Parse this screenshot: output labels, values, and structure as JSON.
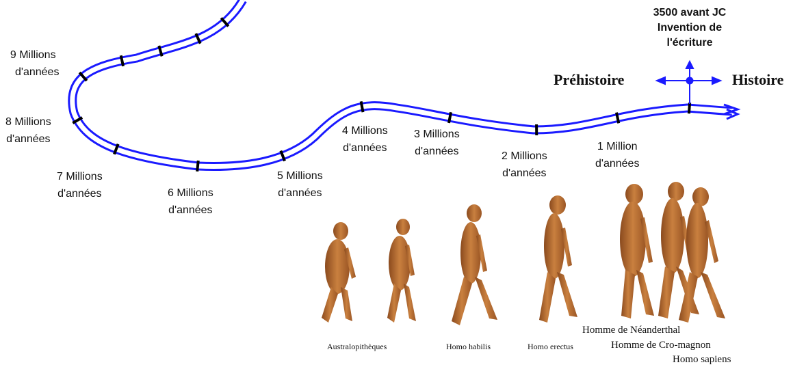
{
  "timeline": {
    "markers": [
      {
        "line1": "9 Millions",
        "line2": "d'années"
      },
      {
        "line1": "8 Millions",
        "line2": "d'années"
      },
      {
        "line1": "7 Millions",
        "line2": "d'années"
      },
      {
        "line1": "6 Millions",
        "line2": "d'années"
      },
      {
        "line1": "5 Millions",
        "line2": "d'années"
      },
      {
        "line1": "4 Millions",
        "line2": "d'années"
      },
      {
        "line1": "3 Millions",
        "line2": "d'années"
      },
      {
        "line1": "2 Millions",
        "line2": "d'années"
      },
      {
        "line1": "1 Million",
        "line2": "d'années"
      }
    ],
    "invention": {
      "line1": "3500 avant JC",
      "line2": "Invention de",
      "line3": "l'écriture"
    },
    "prehistoire": "Préhistoire",
    "histoire": "Histoire",
    "line_color": "#1a1aff",
    "tick_color": "#000000"
  },
  "species": {
    "australopitheques": "Australopithèques",
    "homo_habilis": "Homo habilis",
    "homo_erectus": "Homo erectus",
    "neanderthal": "Homme de Néanderthal",
    "cro_magnon": "Homme de Cro-magnon",
    "sapiens": "Homo sapiens",
    "skin_color": "#c2763a"
  }
}
